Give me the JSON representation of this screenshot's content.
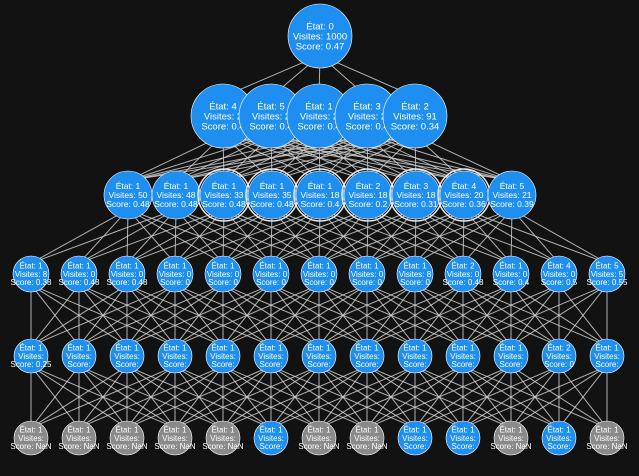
{
  "colors": {
    "background": "#121212",
    "node_active": "#1e8ff0",
    "node_inactive": "#8a8a8a",
    "edge": "#cfcfcf",
    "text": "#ffffff"
  },
  "tree": {
    "levels": [
      {
        "nodes": [
          {
            "etat": "État: 0",
            "visites": "Visites: 1000",
            "score": "Score: 0.47",
            "state": "active"
          }
        ]
      },
      {
        "nodes": [
          {
            "etat": "État: 4",
            "visites": "Visites: 2",
            "score": "Score: 0.4",
            "state": "active"
          },
          {
            "etat": "État: 5",
            "visites": "Visites: 2",
            "score": "Score: 0.4",
            "state": "active"
          },
          {
            "etat": "État: 1",
            "visites": "Visites: 2",
            "score": "Score: 0.4",
            "state": "active"
          },
          {
            "etat": "État: 3",
            "visites": "Visites: 2",
            "score": "Score: 0.4",
            "state": "active"
          },
          {
            "etat": "État: 2",
            "visites": "Visites: 91",
            "score": "Score: 0.34",
            "state": "active"
          }
        ]
      },
      {
        "nodes": [
          {
            "etat": "État: 1",
            "visites": "Visites: 50",
            "score": "Score: 0.48",
            "state": "active"
          },
          {
            "etat": "État: 1",
            "visites": "Visites: 48",
            "score": "Score: 0.48",
            "state": "active"
          },
          {
            "etat": "État: 1",
            "visites": "Visites: 33",
            "score": "Score: 0.48",
            "state": "active",
            "ring": true
          },
          {
            "etat": "État: 1",
            "visites": "Visites: 35",
            "score": "Score: 0.48",
            "state": "active",
            "ring": true
          },
          {
            "etat": "État: 1",
            "visites": "Visites: 18",
            "score": "Score: 0.4",
            "state": "active",
            "ring": true
          },
          {
            "etat": "État: 2",
            "visites": "Visites: 18",
            "score": "Score: 0.2",
            "state": "active",
            "ring": true
          },
          {
            "etat": "État: 3",
            "visites": "Visites: 18",
            "score": "Score: 0.31",
            "state": "active",
            "ring": true
          },
          {
            "etat": "État: 4",
            "visites": "Visites: 20",
            "score": "Score: 0.36",
            "state": "active",
            "ring": true
          },
          {
            "etat": "État: 5",
            "visites": "Visites: 21",
            "score": "Score: 0.39",
            "state": "active"
          }
        ]
      },
      {
        "nodes": [
          {
            "etat": "État: 1",
            "visites": "Visites: 8",
            "score": "Score: 0.38",
            "state": "active"
          },
          {
            "etat": "État: 1",
            "visites": "Visites: 0",
            "score": "Score: 0.48",
            "state": "active"
          },
          {
            "etat": "État: 1",
            "visites": "Visites: 0",
            "score": "Score: 0.48",
            "state": "active"
          },
          {
            "etat": "État: 1",
            "visites": "Visites: 0",
            "score": "Score: 0",
            "state": "active"
          },
          {
            "etat": "État: 1",
            "visites": "Visites: 0",
            "score": "Score: 0",
            "state": "active"
          },
          {
            "etat": "État: 1",
            "visites": "Visites: 0",
            "score": "Score: 0",
            "state": "active"
          },
          {
            "etat": "État: 1",
            "visites": "Visites: 0",
            "score": "Score: 0",
            "state": "active"
          },
          {
            "etat": "État: 1",
            "visites": "Visites: 0",
            "score": "Score: 0",
            "state": "active"
          },
          {
            "etat": "État: 1",
            "visites": "Visites: 8",
            "score": "Score: 0",
            "state": "active"
          },
          {
            "etat": "État: 2",
            "visites": "Visites: 0",
            "score": "Score: 0.48",
            "state": "active"
          },
          {
            "etat": "État: 1",
            "visites": "Visites: 0",
            "score": "Score: 0.4",
            "state": "active"
          },
          {
            "etat": "État: 4",
            "visites": "Visites: 0",
            "score": "Score: 0.5",
            "state": "active"
          },
          {
            "etat": "État: 5",
            "visites": "Visites: 5",
            "score": "Score: 0.55",
            "state": "active"
          }
        ]
      },
      {
        "nodes": [
          {
            "etat": "État: 1",
            "visites": "Visites:",
            "score": "Score: 0.25",
            "state": "active"
          },
          {
            "etat": "État: 1",
            "visites": "Visites:",
            "score": "Score:",
            "state": "active"
          },
          {
            "etat": "État: 1",
            "visites": "Visites:",
            "score": "Score:",
            "state": "active"
          },
          {
            "etat": "État: 1",
            "visites": "Visites:",
            "score": "Score:",
            "state": "active"
          },
          {
            "etat": "État: 1",
            "visites": "Visites:",
            "score": "Score:",
            "state": "active"
          },
          {
            "etat": "État: 1",
            "visites": "Visites:",
            "score": "Score:",
            "state": "active"
          },
          {
            "etat": "État: 1",
            "visites": "Visites:",
            "score": "Score:",
            "state": "active"
          },
          {
            "etat": "État: 1",
            "visites": "Visites:",
            "score": "Score:",
            "state": "active"
          },
          {
            "etat": "État: 1",
            "visites": "Visites:",
            "score": "Score:",
            "state": "active"
          },
          {
            "etat": "État: 1",
            "visites": "Visites:",
            "score": "Score:",
            "state": "active"
          },
          {
            "etat": "État: 1",
            "visites": "Visites:",
            "score": "Score:",
            "state": "active"
          },
          {
            "etat": "État: 2",
            "visites": "Visites:",
            "score": "Score: 0",
            "state": "active"
          },
          {
            "etat": "État: 1",
            "visites": "Visites:",
            "score": "Score:",
            "state": "active"
          }
        ]
      },
      {
        "nodes": [
          {
            "etat": "État: 1",
            "visites": "Visites:",
            "score": "Score: NaN",
            "state": "inactive"
          },
          {
            "etat": "État: 1",
            "visites": "Visites:",
            "score": "Score: NaN",
            "state": "inactive"
          },
          {
            "etat": "État: 1",
            "visites": "Visites:",
            "score": "Score: NaN",
            "state": "inactive"
          },
          {
            "etat": "État: 1",
            "visites": "Visites:",
            "score": "Score: NaN",
            "state": "inactive"
          },
          {
            "etat": "État: 1",
            "visites": "Visites:",
            "score": "Score: NaN",
            "state": "inactive"
          },
          {
            "etat": "État: 1",
            "visites": "Visites:",
            "score": "Score:",
            "state": "active"
          },
          {
            "etat": "État: 1",
            "visites": "Visites:",
            "score": "Score: NaN",
            "state": "inactive"
          },
          {
            "etat": "État: 1",
            "visites": "Visites:",
            "score": "Score: NaN",
            "state": "inactive"
          },
          {
            "etat": "État: 1",
            "visites": "Visites:",
            "score": "Score:",
            "state": "active"
          },
          {
            "etat": "État: 1",
            "visites": "Visites:",
            "score": "Score:",
            "state": "active"
          },
          {
            "etat": "État: 1",
            "visites": "Visites:",
            "score": "Score: NaN",
            "state": "inactive"
          },
          {
            "etat": "État: 1",
            "visites": "Visites:",
            "score": "Score:",
            "state": "active"
          },
          {
            "etat": "État: 1",
            "visites": "Visites:",
            "score": "Score: NaN",
            "state": "inactive"
          }
        ]
      }
    ]
  }
}
